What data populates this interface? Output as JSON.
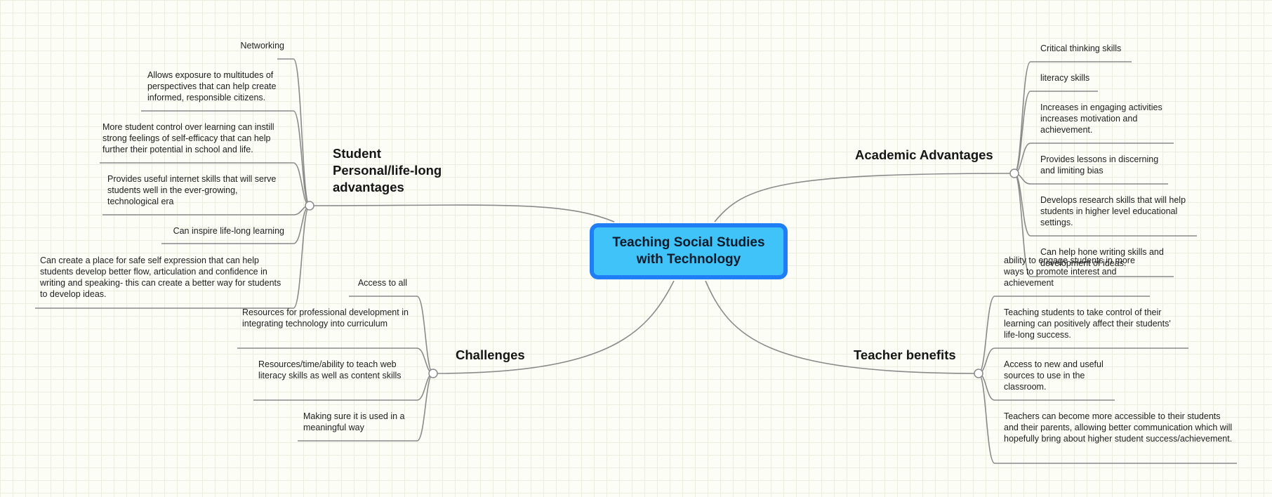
{
  "central_topic": "Teaching Social Studies with Technology",
  "branches": {
    "student": {
      "title": "Student Personal/life-long advantages",
      "items": [
        "Networking",
        "Allows exposure to multitudes of perspectives that can help create informed, responsible citizens.",
        "More student control over learning can instill strong feelings of self-efficacy that can help further their potential in school and life.",
        "Provides useful internet skills that will serve students well in the ever-growing, technological era",
        "Can inspire life-long learning",
        "Can create a place for safe self expression that can help students develop better flow, articulation and confidence in writing and speaking- this can create a better way for students to develop ideas."
      ]
    },
    "academic": {
      "title": "Academic Advantages",
      "items": [
        "Critical thinking skills",
        "literacy skills",
        "Increases in engaging activities increases motivation and achievement.",
        "Provides lessons in discerning and limiting bias",
        "Develops research skills that will help students in higher level educational settings.",
        "Can help hone writing skills and development of ideas."
      ]
    },
    "challenges": {
      "title": "Challenges",
      "items": [
        "Access to all",
        "Resources for professional development in integrating technology into curriculum",
        "Resources/time/ability to teach web literacy skills as well as content skills",
        "Making sure it is used in a meaningful way"
      ]
    },
    "teacher": {
      "title": "Teacher benefits",
      "items": [
        "ability to engage students in more ways to promote interest and achievement",
        "Teaching students to take control of their learning can positively affect their students' life-long success.",
        "Access to new and useful sources to use in the classroom.",
        "Teachers can become more accessible to their students and their parents, allowing better communication which will hopefully bring about higher student success/achievement."
      ]
    }
  }
}
